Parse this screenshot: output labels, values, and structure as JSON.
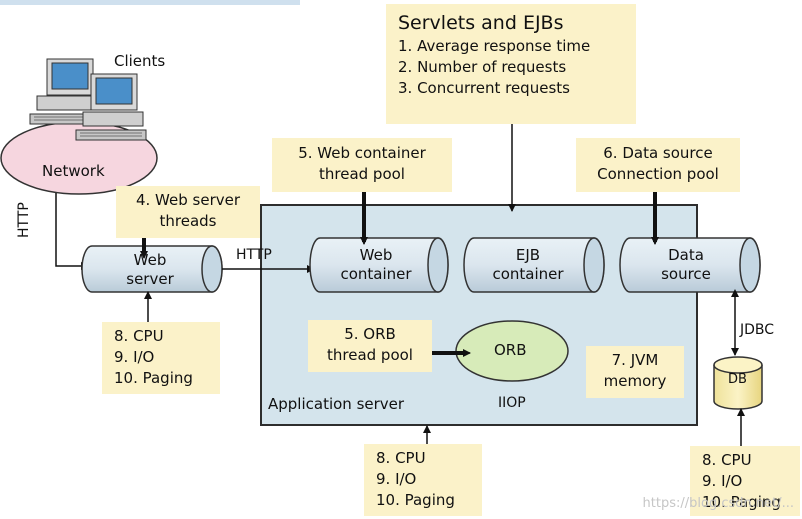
{
  "clients_label": "Clients",
  "network_label": "Network",
  "http_vertical": "HTTP",
  "http_horizontal": "HTTP",
  "servlets": {
    "title": "Servlets and EJBs",
    "items": [
      "1. Average response time",
      "2. Number of requests",
      "3. Concurrent requests"
    ]
  },
  "web_container_pool": [
    "5. Web container",
    "thread pool"
  ],
  "data_source_pool": [
    "6. Data source",
    "Connection pool"
  ],
  "web_server_threads": [
    "4. Web server",
    "threads"
  ],
  "cylinders": {
    "web_server": [
      "Web",
      "server"
    ],
    "web_container": [
      "Web",
      "container"
    ],
    "ejb_container": [
      "EJB",
      "container"
    ],
    "data_source": [
      "Data",
      "source"
    ]
  },
  "orb_pool": [
    "5. ORB",
    "thread pool"
  ],
  "orb_label": "ORB",
  "jvm_memory": [
    "7. JVM",
    "memory"
  ],
  "app_server_label": "Application server",
  "iiop_label": "IIOP",
  "jdbc_label": "JDBC",
  "db_label": "DB",
  "resources_webserver": [
    "8. CPU",
    "9. I/O",
    "10. Paging"
  ],
  "resources_appserver": [
    "8. CPU",
    "9. I/O",
    "10. Paging"
  ],
  "resources_db": [
    "8. CPU",
    "9. I/O",
    "10. Paging"
  ],
  "watermark": "https://blog.csdn.net/..."
}
